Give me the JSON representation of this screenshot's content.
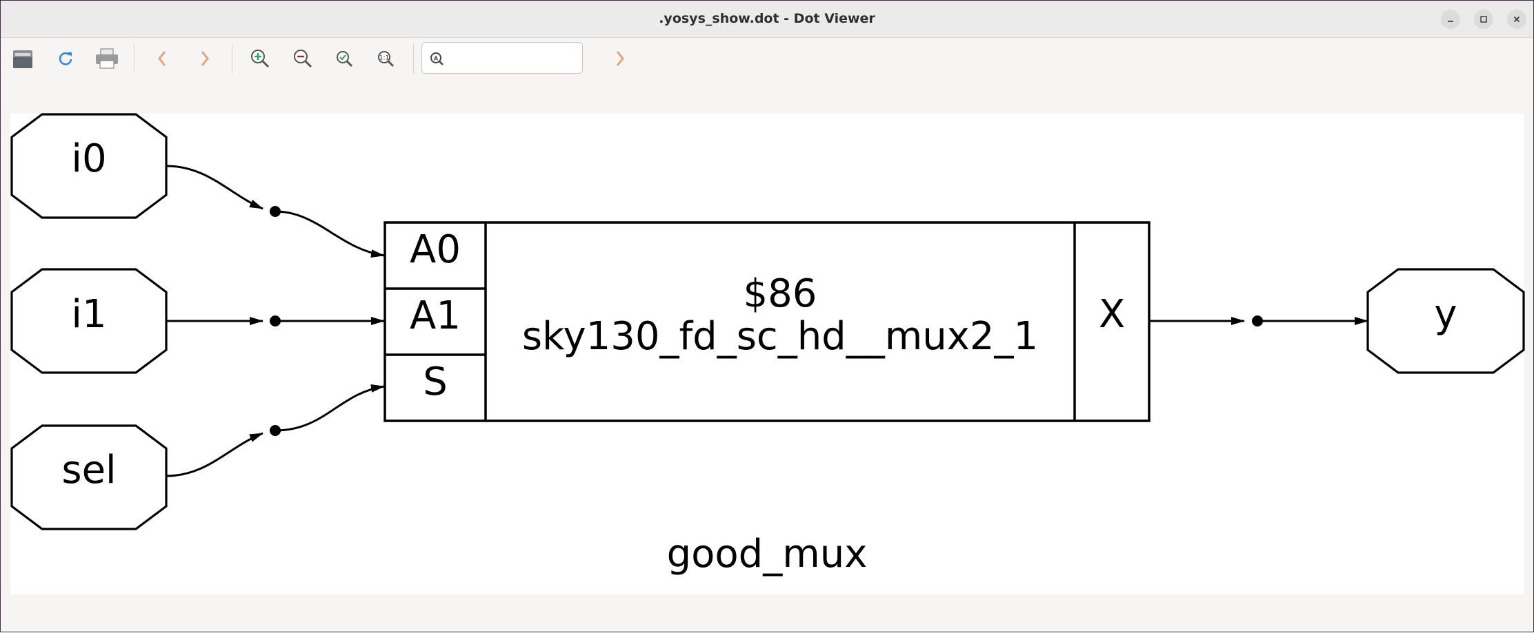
{
  "window": {
    "title": ".yosys_show.dot - Dot Viewer",
    "controls": {
      "minimize_icon": "minimize-icon",
      "maximize_icon": "maximize-icon",
      "close_icon": "close-icon"
    }
  },
  "toolbar": {
    "buttons": [
      {
        "name": "open-button",
        "icon": "folder-open-icon"
      },
      {
        "name": "reload-button",
        "icon": "reload-icon"
      },
      {
        "name": "print-button",
        "icon": "printer-icon"
      },
      {
        "name": "back-button",
        "icon": "chevron-left-icon"
      },
      {
        "name": "forward-button",
        "icon": "chevron-right-icon"
      },
      {
        "name": "zoom-in-button",
        "icon": "zoom-in-icon"
      },
      {
        "name": "zoom-out-button",
        "icon": "zoom-out-icon"
      },
      {
        "name": "zoom-fit-button",
        "icon": "zoom-fit-icon"
      },
      {
        "name": "zoom-100-button",
        "icon": "zoom-original-icon"
      },
      {
        "name": "find-next-button",
        "icon": "chevron-right-icon"
      }
    ],
    "search": {
      "value": "",
      "placeholder": ""
    }
  },
  "graph": {
    "inputs": [
      "i0",
      "i1",
      "sel"
    ],
    "output": "y",
    "cell": {
      "id": "$86",
      "type": "sky130_fd_sc_hd__mux2_1",
      "input_ports": [
        "A0",
        "A1",
        "S"
      ],
      "output_port": "X"
    },
    "label": "good_mux"
  },
  "colors": {
    "titlebar": "#ebebeb",
    "toolbar": "#f6f5f4",
    "canvas": "#ffffff",
    "accent_icon": "#3584e4",
    "nav_arrow": "#e0a57a"
  }
}
